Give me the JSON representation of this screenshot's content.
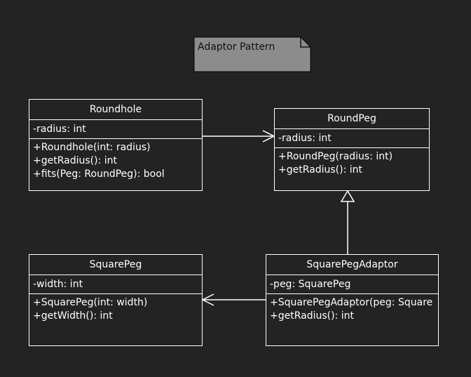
{
  "note": {
    "text": "Adaptor Pattern"
  },
  "colors": {
    "background": "#232323",
    "stroke": "#ffffff",
    "note_fill": "#8c8c8c"
  },
  "classes": {
    "roundhole": {
      "name": "Roundhole",
      "attributes": [
        "-radius: int"
      ],
      "methods": [
        "+Roundhole(int: radius)",
        "+getRadius(): int",
        "+fits(Peg: RoundPeg): bool"
      ]
    },
    "roundpeg": {
      "name": "RoundPeg",
      "attributes": [
        "-radius: int"
      ],
      "methods": [
        "+RoundPeg(radius: int)",
        "+getRadius(): int"
      ]
    },
    "squarepeg": {
      "name": "SquarePeg",
      "attributes": [
        "-width: int"
      ],
      "methods": [
        "+SquarePeg(int: width)",
        "+getWidth(): int"
      ]
    },
    "adaptor": {
      "name": "SquarePegAdaptor",
      "attributes": [
        "-peg: SquarePeg"
      ],
      "methods": [
        "+SquarePegAdaptor(peg: Square",
        "+getRadius(): int"
      ]
    }
  },
  "relationships": [
    {
      "from": "Roundhole",
      "to": "RoundPeg",
      "type": "association"
    },
    {
      "from": "SquarePegAdaptor",
      "to": "RoundPeg",
      "type": "inheritance"
    },
    {
      "from": "SquarePegAdaptor",
      "to": "SquarePeg",
      "type": "association"
    }
  ]
}
